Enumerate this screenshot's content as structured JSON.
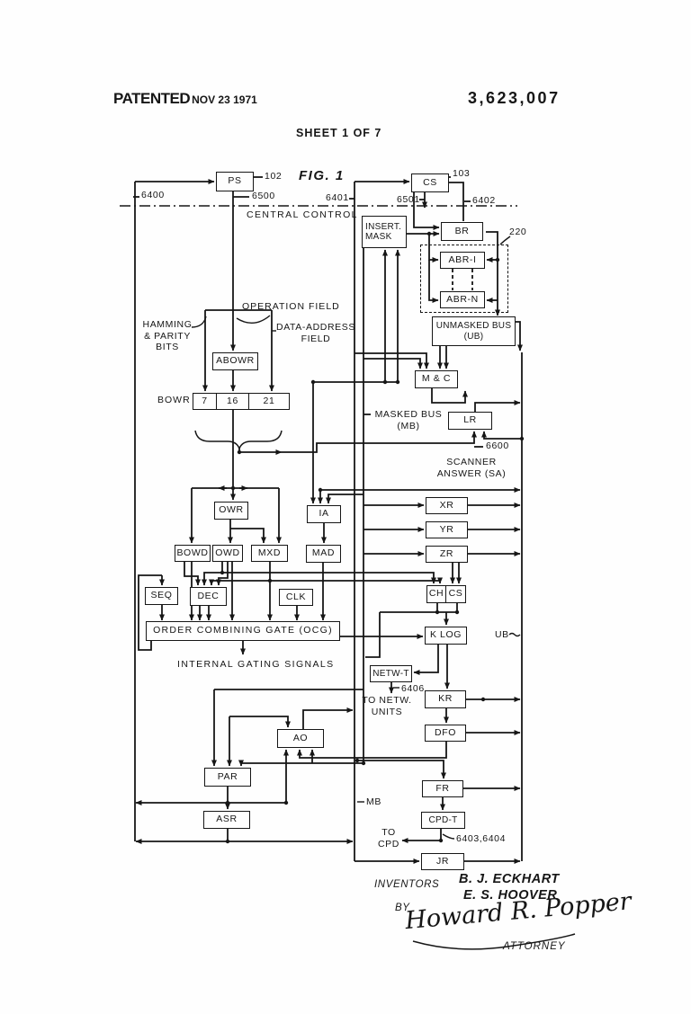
{
  "header": {
    "patented": "PATENTED",
    "date": "NOV 23 1971",
    "patent_number": "3,623,007",
    "sheet": "SHEET 1 OF 7"
  },
  "figure": {
    "label": "FIG. 1",
    "section": "CENTRAL CONTROL"
  },
  "boxes": {
    "ps": "PS",
    "cs": "CS",
    "insert_mask": "INSERT. MASK",
    "br": "BR",
    "abr_i": "ABR-I",
    "abr_n": "ABR-N",
    "unmasked_bus": "UNMASKED BUS (UB)",
    "m_c": "M & C",
    "lr": "LR",
    "abowr": "ABOWR",
    "bowr_cell_1": "7",
    "bowr_cell_2": "16",
    "bowr_cell_3": "21",
    "owr": "OWR",
    "ia": "IA",
    "bowd": "BOWD",
    "owd": "OWD",
    "mxd": "MXD",
    "mad": "MAD",
    "seq": "SEQ",
    "dec": "DEC",
    "clk": "CLK",
    "ocg": "ORDER COMBINING GATE (OCG)",
    "xr": "XR",
    "yr": "YR",
    "zr": "ZR",
    "ch": "CH",
    "cs_scanner": "CS",
    "k_log": "K LOG",
    "netw_t": "NETW-T",
    "kr": "KR",
    "dfo": "DFO",
    "ao": "AO",
    "par": "PAR",
    "asr": "ASR",
    "fr": "FR",
    "cpd_t": "CPD-T",
    "jr": "JR"
  },
  "annotations": {
    "operation_field": "OPERATION FIELD",
    "hamming_parity": "HAMMING & PARITY BITS",
    "data_address": "DATA-ADDRESS FIELD",
    "bowr": "BOWR",
    "masked_bus": "MASKED BUS (MB)",
    "scanner_answer": "SCANNER ANSWER (SA)",
    "internal_gating": "INTERNAL GATING SIGNALS",
    "to_netw_units": "TO NETW. UNITS",
    "ub": "UB",
    "mb": "MB",
    "to_cpd": "TO CPD"
  },
  "refs": {
    "r102": "102",
    "r103": "103",
    "r220": "220",
    "r6400": "6400",
    "r6401": "6401",
    "r6402": "6402",
    "r6406": "6406",
    "r6500": "6500",
    "r6501": "6501",
    "r6600": "6600",
    "r6403_6404": "6403,6404"
  },
  "signature": {
    "inventors": "INVENTORS",
    "inventor_1": "B. J. ECKHART",
    "inventor_2": "E. S. HOOVER",
    "by": "BY",
    "name": "Howard R. Popper",
    "attorney": "ATTORNEY"
  }
}
